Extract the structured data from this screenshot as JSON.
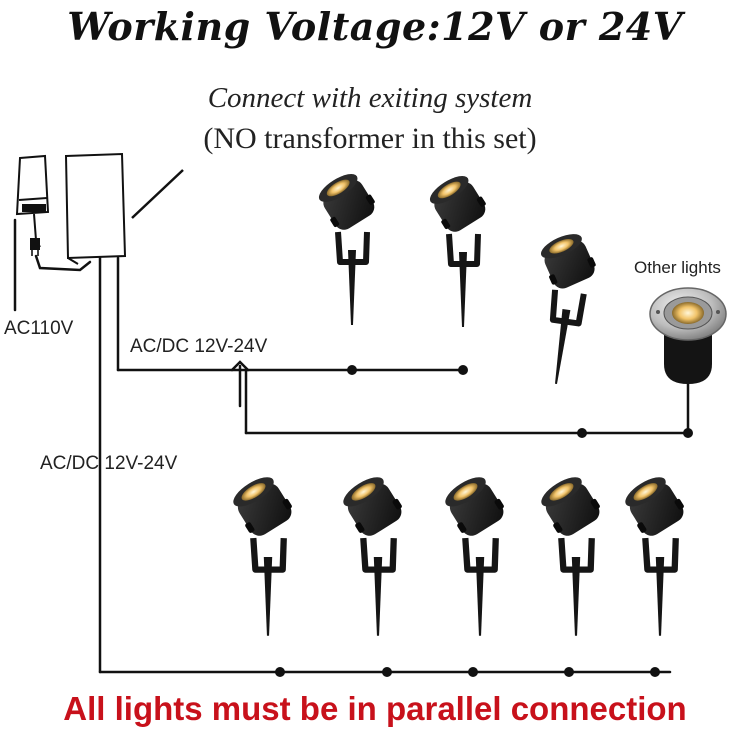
{
  "header": {
    "title": "Working Voltage:12V or 24V",
    "connect_text": "Connect with exiting system",
    "no_transformer_text": "(NO transformer in this set)"
  },
  "labels": {
    "ac110v": "AC110V",
    "acdc_upper": "AC/DC 12V-24V",
    "acdc_left": "AC/DC 12V-24V",
    "other_lights": "Other lights"
  },
  "footer": {
    "note": "All lights must be in parallel connection"
  },
  "colors": {
    "wire": "#111111",
    "light_body": "#1a1a1a",
    "led_glow": "#f2c46a",
    "footer_text": "#c8111b",
    "steel": "#b8b8b8"
  }
}
